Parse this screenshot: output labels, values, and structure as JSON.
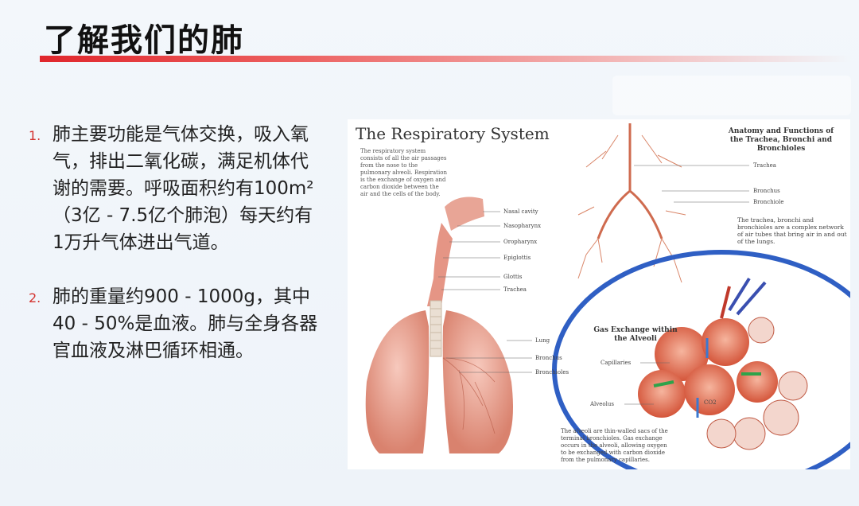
{
  "slide": {
    "title": "了解我们的肺",
    "items": [
      {
        "num": "1.",
        "text": "肺主要功能是气体交换，吸入氧气，排出二氧化碳，满足机体代谢的需要。呼吸面积约有100m²（3亿 - 7.5亿个肺泡）每天约有1万升气体进出气道。"
      },
      {
        "num": "2.",
        "text": "肺的重量约900 - 1000g，其中40 - 50%是血液。肺与全身各器官血液及淋巴循环相通。"
      }
    ]
  },
  "figure": {
    "title": "The Respiratory System",
    "intro": "The respiratory system consists of all the air passages from the nose to the pulmonary alveoli. Respiration is the exchange of oxygen and carbon dioxide between the air and the cells of the body.",
    "labels_left": [
      "Nasal cavity",
      "Nasopharynx",
      "Oropharynx",
      "Epiglottis",
      "Glottis",
      "Trachea",
      "Lung",
      "Bronchus",
      "Bronchioles"
    ],
    "anatomy_title": "Anatomy and Functions of the Trachea, Bronchi and Bronchioles",
    "labels_right": [
      "Trachea",
      "Bronchus",
      "Bronchiole"
    ],
    "anatomy_desc": "The trachea, bronchi and bronchioles are a complex network of air tubes that bring air in and out of the lungs.",
    "gas_title": "Gas Exchange within the Alveoli",
    "labels_alveoli": [
      "Capillaries",
      "Alveolus",
      "CO2"
    ],
    "alveoli_desc": "The alveoli are thin-walled sacs of the terminal bronchioles. Gas exchange occurs in the alveoli, allowing oxygen to be exchanged with carbon dioxide from the pulmonary capillaries."
  },
  "colors": {
    "accent": "#e0262c",
    "circle": "#2f5fc4",
    "tissue": "#e8907a"
  }
}
